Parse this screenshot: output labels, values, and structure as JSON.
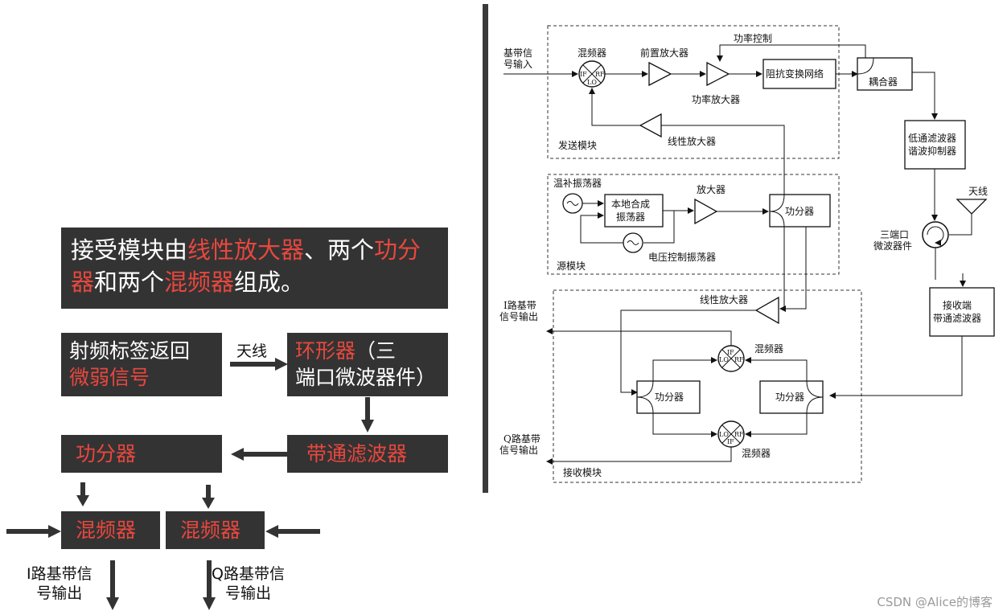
{
  "left": {
    "summary": {
      "p1": "接受模块由",
      "p2": "线性放大器",
      "p3": "、两个",
      "p4": "功分器",
      "p5": "和两个",
      "p6": "混频器",
      "p7": "组成。"
    },
    "tag_box": {
      "line1": "射频标签返回",
      "line2": "微弱信号"
    },
    "antenna_label": "天线",
    "circulator_box": {
      "red": "环形器",
      "rest1": "（三",
      "line2": "端口微波器件）"
    },
    "bpf_box": "带通滤波器",
    "splitter_box": "功分器",
    "mixer1": "混频器",
    "mixer2": "混频器",
    "i_out": {
      "line1": "I路基带信",
      "line2": "号输出"
    },
    "q_out": {
      "line1": "Q路基带信",
      "line2": "号输出"
    }
  },
  "right": {
    "baseband_in": {
      "line1": "基带信",
      "line2": "号输入"
    },
    "mixer_tx": "混频器",
    "mixer_ports": {
      "if": "IF",
      "rf": "RF",
      "lo": "LO"
    },
    "preamp": "前置放大器",
    "power_ctrl": "功率控制",
    "power_amp": "功率放大器",
    "impedance_net": "阻抗变换网络",
    "coupler": "耦合器",
    "linear_amp_tx": "线性放大器",
    "tx_module": "发送模块",
    "lpf": {
      "line1": "低通滤波器",
      "line2": "谐波抑制器"
    },
    "antenna": "天线",
    "tcxo": "温补振荡器",
    "local_synth": {
      "line1": "本地合成",
      "line2": "振荡器"
    },
    "amp": "放大器",
    "splitter_src": "功分器",
    "vco": "电压控制振荡器",
    "src_module": "源模块",
    "circulator": {
      "line1": "三端口",
      "line2": "微波器件"
    },
    "i_out": {
      "line1": "I路基带",
      "line2": "信号输出"
    },
    "linear_amp_rx": "线性放大器",
    "mixer_rx1": "混频器",
    "rx_bpf": {
      "line1": "接收端",
      "line2": "带通滤波器"
    },
    "splitter_rx_left": "功分器",
    "splitter_rx_right": "功分器",
    "q_out": {
      "line1": "Q路基带",
      "line2": "信号输出"
    },
    "mixer_rx2": "混频器",
    "rx_module": "接收模块"
  },
  "watermark": "CSDN @Alice的博客"
}
